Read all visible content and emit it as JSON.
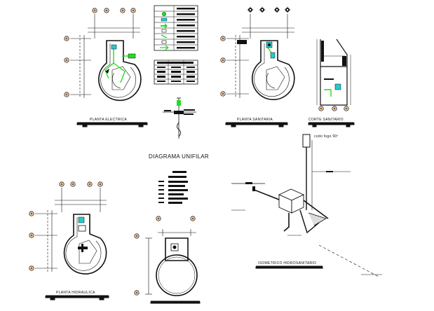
{
  "titles": {
    "planta_electrica": "PLANTA ELECTRICA",
    "planta_sanitaria": "PLANTA SANITARIA",
    "corte_sanitario": "CORTE SANITARIO",
    "diagrama_unifilar": "DIAGRAMA UNIFILAR",
    "planta_hidraulica": "PLANTA HIDRAULICA",
    "isometrico": "ISOMETRICO HIDROSANITARIO",
    "codo": "codo fogo 90º"
  },
  "colors": {
    "line": "#111111",
    "accent_green": "#22dd22",
    "accent_cyan": "#22cccc",
    "marker_orange": "#ee8822"
  }
}
